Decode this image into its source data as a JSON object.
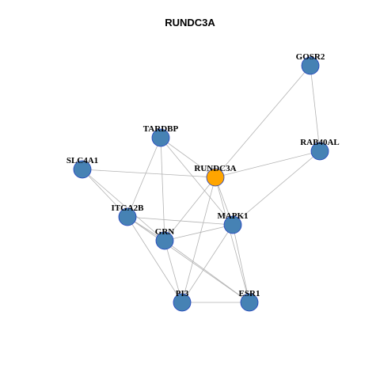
{
  "title": "RUNDC3A",
  "colors": {
    "center": "#ffa500",
    "node": "#4682b4",
    "border": "#1f3fbf",
    "edge": "#b3b3b3"
  },
  "nodes": [
    {
      "id": "RUNDC3A",
      "label": "RUNDC3A",
      "center": true
    },
    {
      "id": "GOSR2",
      "label": "GOSR2"
    },
    {
      "id": "TARDBP",
      "label": "TARDBP"
    },
    {
      "id": "RAB40AL",
      "label": "RAB40AL"
    },
    {
      "id": "SLC4A1",
      "label": "SLC4A1"
    },
    {
      "id": "ITGA2B",
      "label": "ITGA2B"
    },
    {
      "id": "MAPK1",
      "label": "MAPK1"
    },
    {
      "id": "GRN",
      "label": "GRN"
    },
    {
      "id": "PI3",
      "label": "PI3"
    },
    {
      "id": "ESR1",
      "label": "ESR1"
    }
  ],
  "edges": [
    [
      "GOSR2",
      "RUNDC3A"
    ],
    [
      "GOSR2",
      "RAB40AL"
    ],
    [
      "RAB40AL",
      "RUNDC3A"
    ],
    [
      "RAB40AL",
      "MAPK1"
    ],
    [
      "TARDBP",
      "RUNDC3A"
    ],
    [
      "TARDBP",
      "ITGA2B"
    ],
    [
      "TARDBP",
      "GRN"
    ],
    [
      "TARDBP",
      "MAPK1"
    ],
    [
      "SLC4A1",
      "RUNDC3A"
    ],
    [
      "SLC4A1",
      "ITGA2B"
    ],
    [
      "SLC4A1",
      "GRN"
    ],
    [
      "RUNDC3A",
      "GRN"
    ],
    [
      "RUNDC3A",
      "PI3"
    ],
    [
      "RUNDC3A",
      "ESR1"
    ],
    [
      "RUNDC3A",
      "MAPK1"
    ],
    [
      "ITGA2B",
      "MAPK1"
    ],
    [
      "ITGA2B",
      "GRN"
    ],
    [
      "ITGA2B",
      "PI3"
    ],
    [
      "ITGA2B",
      "ESR1"
    ],
    [
      "MAPK1",
      "GRN"
    ],
    [
      "MAPK1",
      "PI3"
    ],
    [
      "MAPK1",
      "ESR1"
    ],
    [
      "GRN",
      "PI3"
    ],
    [
      "GRN",
      "ESR1"
    ],
    [
      "PI3",
      "ESR1"
    ]
  ]
}
